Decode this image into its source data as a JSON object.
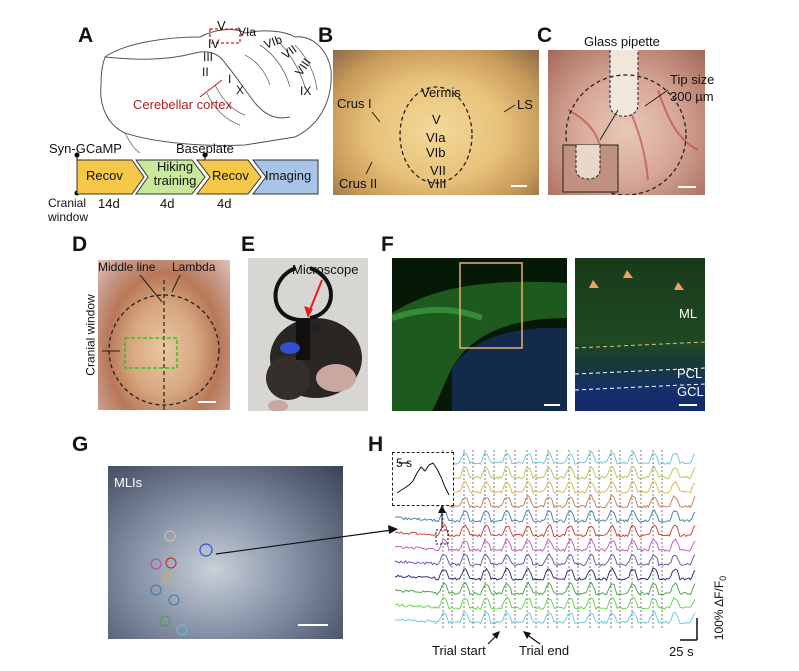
{
  "panels": {
    "A": {
      "letter": "A",
      "lobules": [
        "V",
        "VIa",
        "VIb",
        "VII",
        "VIII",
        "IX",
        "X",
        "I",
        "II",
        "III",
        "IV"
      ],
      "region_label": "Cerebellar cortex",
      "timeline": {
        "top_labels": [
          "Syn-GCaMP",
          "Baseplate"
        ],
        "stages": [
          "Recov",
          "Hiking training",
          "Recov",
          "Imaging"
        ],
        "durations": [
          "14d",
          "4d",
          "4d"
        ],
        "start_label": "Cranial window"
      }
    },
    "B": {
      "letter": "B",
      "labels": [
        "Vermis",
        "LS",
        "Crus I",
        "Crus II"
      ],
      "lobules": [
        "V",
        "VIa",
        "VIb",
        "VII",
        "VIII"
      ]
    },
    "C": {
      "letter": "C",
      "labels": [
        "Glass pipette",
        "Tip size",
        "300 µm"
      ]
    },
    "D": {
      "letter": "D",
      "labels": [
        "Middle line",
        "Lambda",
        "Cranial window"
      ]
    },
    "E": {
      "letter": "E",
      "labels": [
        "Microscope"
      ]
    },
    "F": {
      "letter": "F",
      "layers": [
        "ML",
        "PCL",
        "GCL"
      ]
    },
    "G": {
      "letter": "G",
      "label": "MLIs"
    },
    "H": {
      "letter": "H",
      "inset_scale": "5 s",
      "time_scale": "25 s",
      "amp_scale": "100% ΔF/F",
      "amp_sub": "0",
      "trial_start": "Trial start",
      "trial_end": "Trial end",
      "trace_colors": [
        "#66c2dd",
        "#a8c850",
        "#e0b040",
        "#c07850",
        "#3a7ab0",
        "#d03030",
        "#c050c0",
        "#5050b0",
        "#202070",
        "#40a040",
        "#60d040",
        "#60c8d8"
      ]
    }
  }
}
